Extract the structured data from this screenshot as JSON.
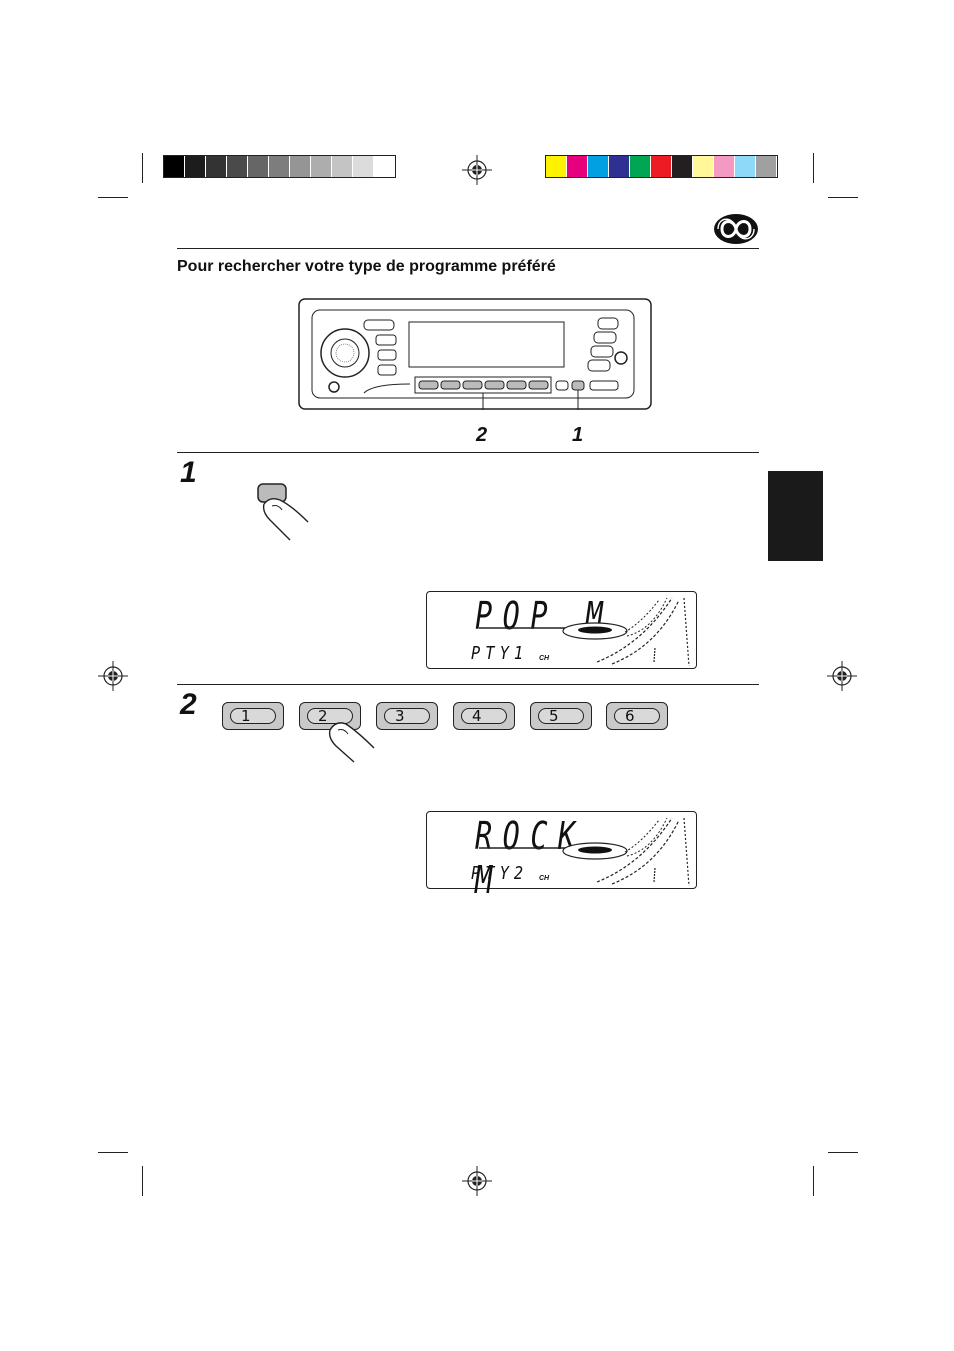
{
  "page": {
    "heading": "Pour rechercher votre type de programme préféré"
  },
  "print_marks": {
    "gray_swatches": [
      "#000000",
      "#1c1c1c",
      "#333333",
      "#4a4a4a",
      "#666666",
      "#7d7d7d",
      "#959595",
      "#adadad",
      "#c4c4c4",
      "#dcdcdc",
      "#ffffff"
    ],
    "color_swatches": [
      "#fff200",
      "#e6007e",
      "#00a0e3",
      "#2e3192",
      "#00a651",
      "#ed1c24",
      "#231f20",
      "#fff799",
      "#f49ac2",
      "#8ed8f8",
      "#a0a0a0"
    ]
  },
  "device_diagram": {
    "callout_left": "2",
    "callout_right": "1"
  },
  "steps": [
    {
      "number": "1",
      "display_main": "POP M",
      "display_sub": "PTY1",
      "display_ch": "CH"
    },
    {
      "number": "2",
      "preset_buttons": [
        "1",
        "2",
        "3",
        "4",
        "5",
        "6"
      ],
      "display_main": "ROCK M",
      "display_sub": "PTY2",
      "display_ch": "CH"
    }
  ]
}
